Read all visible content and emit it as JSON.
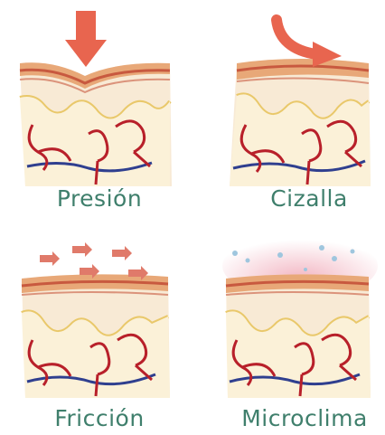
{
  "panels": [
    {
      "label": "Presión"
    },
    {
      "label": "Cizalla"
    },
    {
      "label": "Fricción"
    },
    {
      "label": "Microclima"
    }
  ],
  "colors": {
    "epidermis": "#e8a878",
    "epidermis_dark": "#c8593f",
    "dermis": "#f6dfc0",
    "fat": "#fbf1d8",
    "fat_line": "#e9c86a",
    "artery": "#b8202a",
    "vein": "#2f3f8f",
    "arrow": "#e8654f",
    "label": "#3f7f6c",
    "microclimate_glow": "#f0a9b8",
    "droplet": "#9fc6de"
  }
}
